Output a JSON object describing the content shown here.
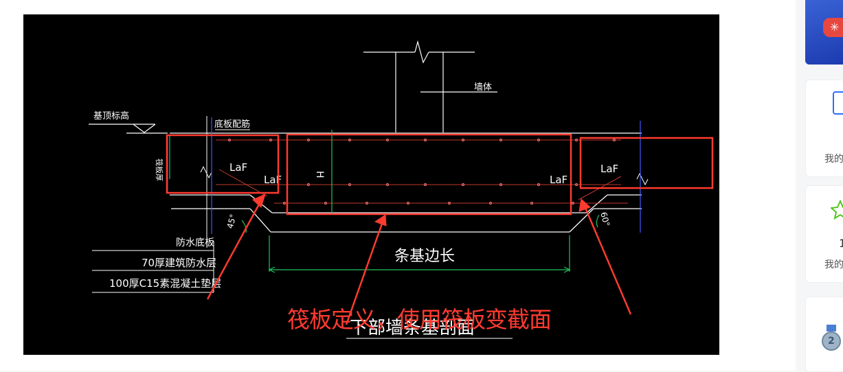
{
  "drawing": {
    "labels": {
      "base_top_elevation": "基顶标高",
      "bottom_rebar": "底板配筋",
      "wall": "墙体",
      "laf": "LaF",
      "h": "H",
      "slab_thickness": "筏板厚",
      "angle_45": "45°",
      "angle_60": "60°",
      "waterproof_slab": "防水底板",
      "membrane_layer": "70厚建筑防水层",
      "cushion_layer": "100厚C15素混凝土垫层",
      "strip_length": "条基边长",
      "section_title": "下部墙条基剖面"
    }
  },
  "annotation": {
    "text": "筏板定义，使用筏板变截面",
    "color": "#ff3b30"
  },
  "sidebar": {
    "card1_label": "我的",
    "card2_number": "1",
    "card2_label": "我的",
    "card3_badge": "2"
  }
}
